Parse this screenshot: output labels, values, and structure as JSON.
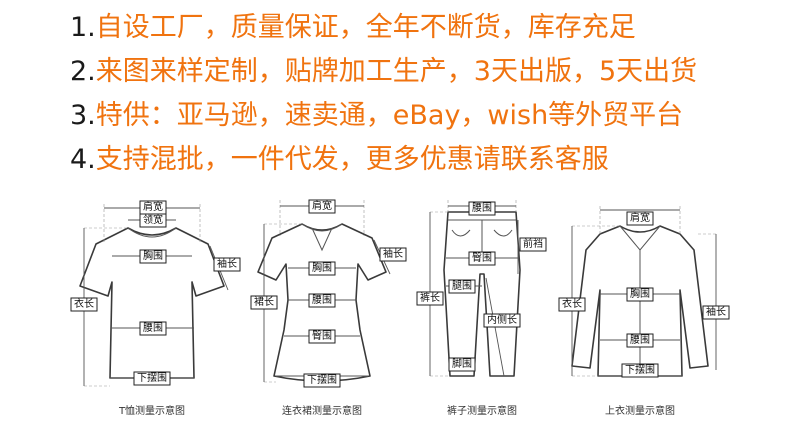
{
  "features": [
    {
      "num": "1.",
      "text": "自设工厂，质量保证，全年不断货，库存充足"
    },
    {
      "num": "2.",
      "text": "来图来样定制，贴牌加工生产，3天出版，5天出货"
    },
    {
      "num": "3.",
      "text": "特供：亚马逊，速卖通，eBay，wish等外贸平台"
    },
    {
      "num": "4.",
      "text": "支持混批，一件代发，更多优惠请联系客服"
    }
  ],
  "diagrams": {
    "tshirt": {
      "caption": "T恤测量示意图",
      "labels": {
        "shoulder": "肩宽",
        "collar": "领宽",
        "sleeve": "袖长",
        "chest": "胸围",
        "length": "衣长",
        "waist": "腰围",
        "hem": "下摆围"
      }
    },
    "dress": {
      "caption": "连衣裙测量示意图",
      "labels": {
        "shoulder": "肩宽",
        "sleeve": "袖长",
        "chest": "胸围",
        "length": "裙长",
        "waist": "腰围",
        "hip": "臀围",
        "hem": "下摆围"
      }
    },
    "pants": {
      "caption": "裤子测量示意图",
      "labels": {
        "waist": "腰围",
        "front_rise": "前裆",
        "hip": "臀围",
        "length": "裤长",
        "thigh": "腿围",
        "inseam": "内侧长",
        "leg_opening": "脚围"
      }
    },
    "shirt": {
      "caption": "上衣测量示意图",
      "labels": {
        "shoulder": "肩宽",
        "length": "衣长",
        "sleeve": "袖长",
        "chest": "胸围",
        "waist": "腰围",
        "hem": "下摆围"
      }
    }
  },
  "colors": {
    "accent": "#f0730f",
    "number": "#1a1a1a",
    "line": "#3a3a3a"
  }
}
